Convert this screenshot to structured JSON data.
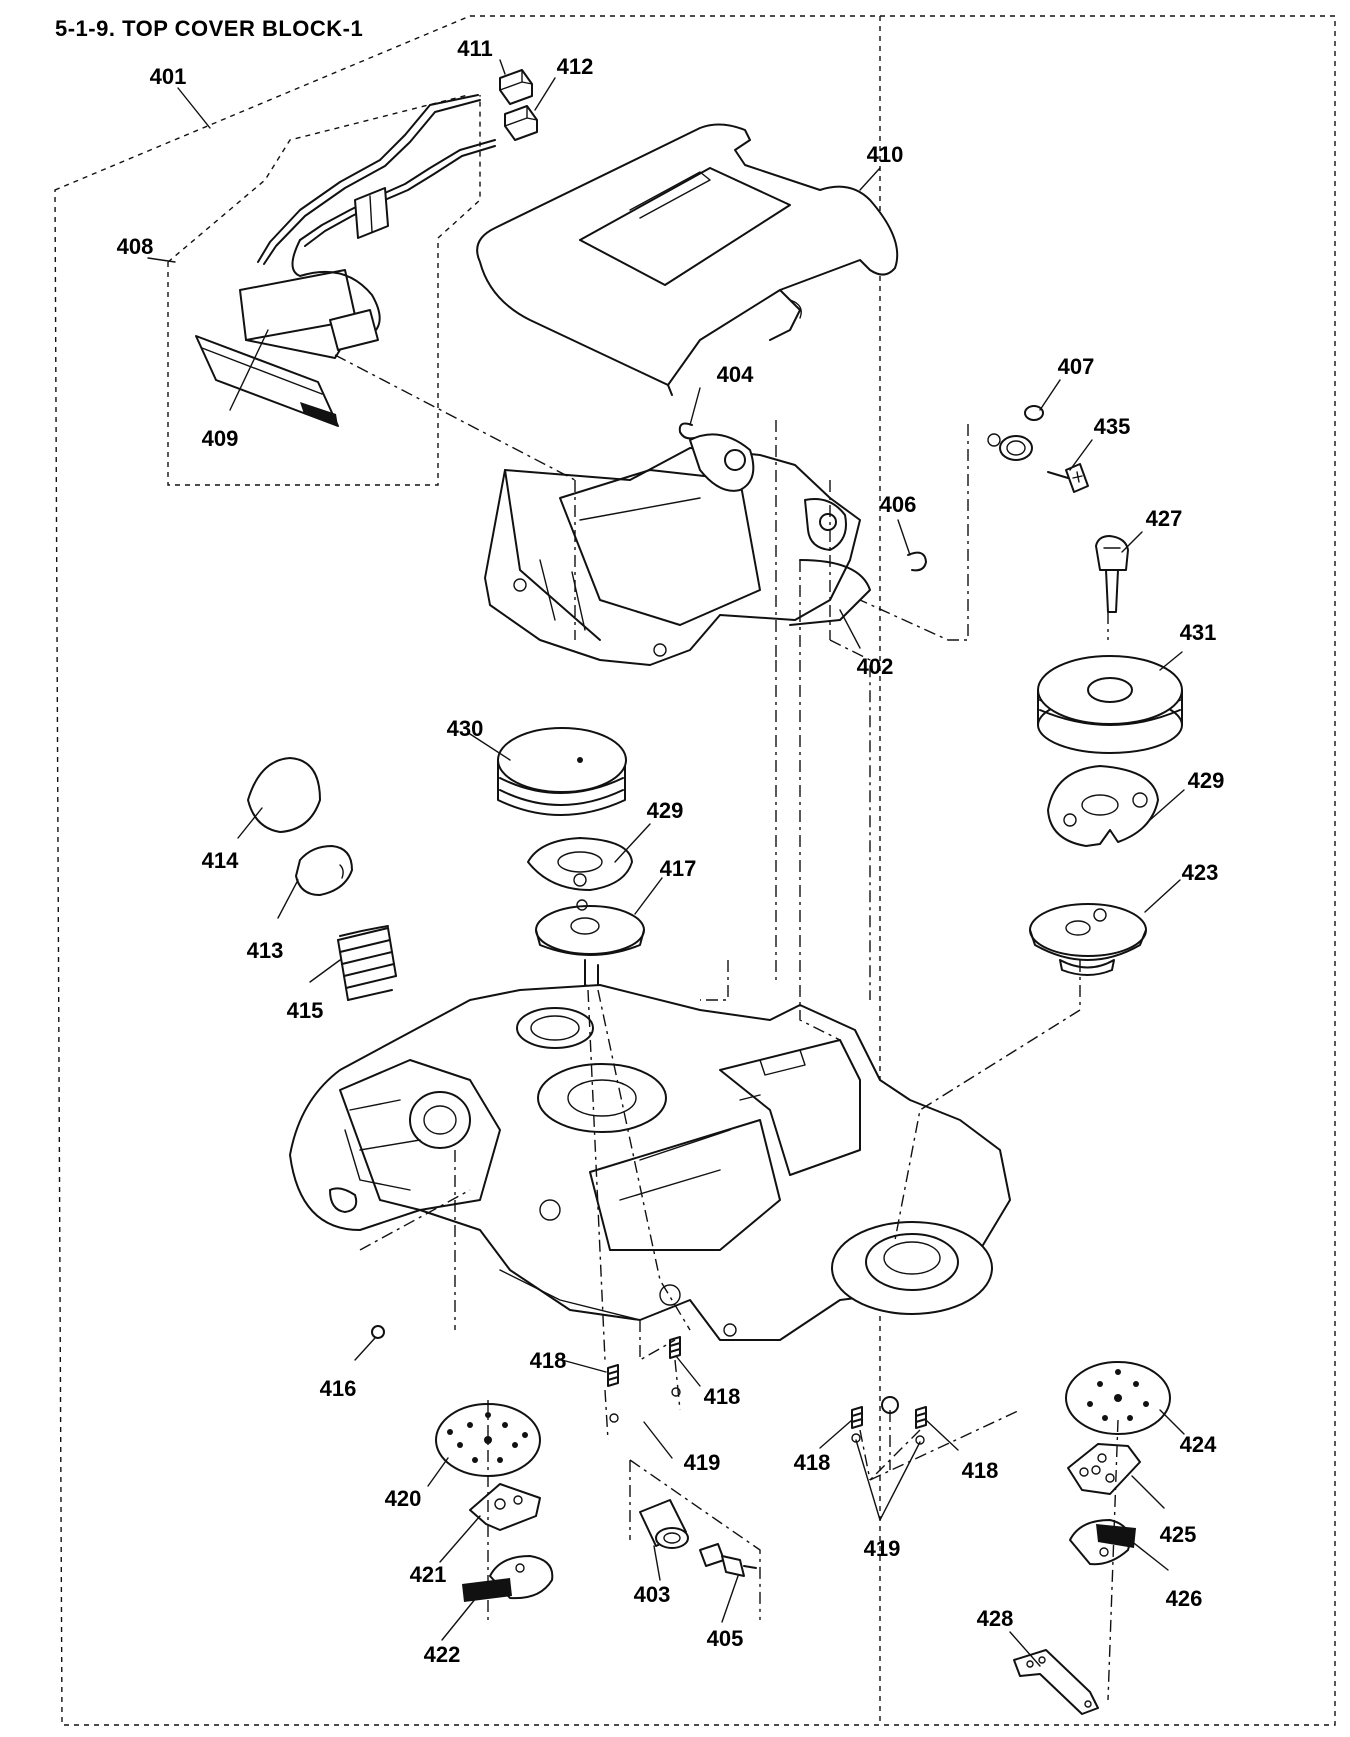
{
  "title": "5-1-9. TOP COVER BLOCK-1",
  "labels": {
    "p401": "401",
    "p402": "402",
    "p403": "403",
    "p404": "404",
    "p405": "405",
    "p406": "406",
    "p407": "407",
    "p408": "408",
    "p409": "409",
    "p410": "410",
    "p411": "411",
    "p412": "412",
    "p413": "413",
    "p414": "414",
    "p415": "415",
    "p416": "416",
    "p417": "417",
    "p418a": "418",
    "p418b": "418",
    "p418c": "418",
    "p418d": "418",
    "p419a": "419",
    "p419b": "419",
    "p420": "420",
    "p421": "421",
    "p422": "422",
    "p423": "423",
    "p424": "424",
    "p425": "425",
    "p426": "426",
    "p427": "427",
    "p428": "428",
    "p429a": "429",
    "p429b": "429",
    "p430": "430",
    "p431": "431",
    "p435": "435"
  }
}
